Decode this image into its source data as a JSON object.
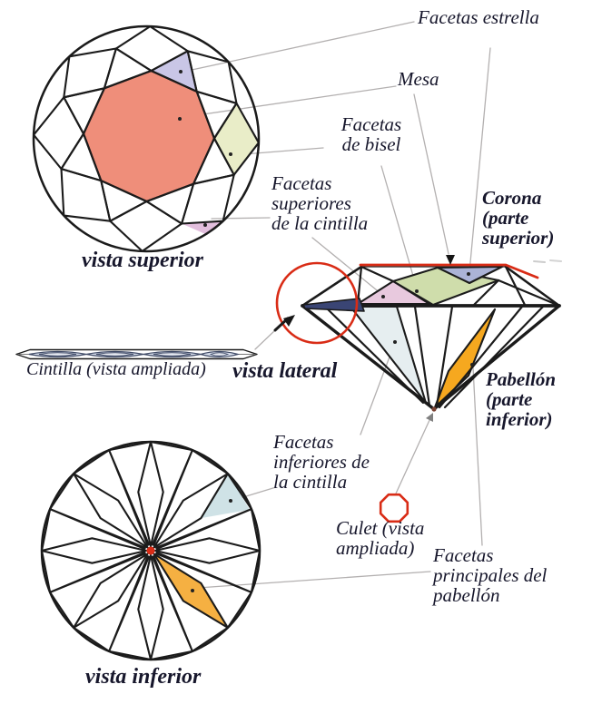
{
  "top_view": {
    "title": "vista superior",
    "callouts": {
      "star": "Facetas estrella",
      "table": "Mesa",
      "bezel": "Facetas\nde bisel",
      "upper_girdle": "Facetas\nsuperiores\nde la cintilla"
    }
  },
  "side_view": {
    "title": "vista lateral",
    "crown": "Corona\n(parte\nsuperior)",
    "pavilion": "Pabellón\n(parte\ninferior)"
  },
  "girdle_strip": {
    "label": "Cintilla (vista ampliada)"
  },
  "bottom_view": {
    "title": "vista inferior",
    "callouts": {
      "lower_girdle": "Facetas\ninferiores de\nla cintilla",
      "culet": "Culet  (vista\nampliada)",
      "pavilion_main": "Facetas\nprincipales del\npabellón"
    }
  },
  "colors": {
    "table": "#ef8e7a",
    "star": "#c9c6e6",
    "bezel": "#e9edc8",
    "upper_girdle": "#e2bedd",
    "side_star": "#abb3d6",
    "side_bezel": "#cfddab",
    "side_upper_girdle": "#e8c9de",
    "lower_girdle_side": "#e6eef0",
    "pavilion_main_side": "#f6a81f",
    "lower_girdle_bottom": "#cfe2e6",
    "pavilion_main_bottom": "#f5b042",
    "girdle_navy": "#3a4574",
    "red": "#d92c16",
    "culet_dot": "#7a4232",
    "leader": "#b3b0b0",
    "line": "#1b1b1b",
    "text": "#17172c"
  }
}
